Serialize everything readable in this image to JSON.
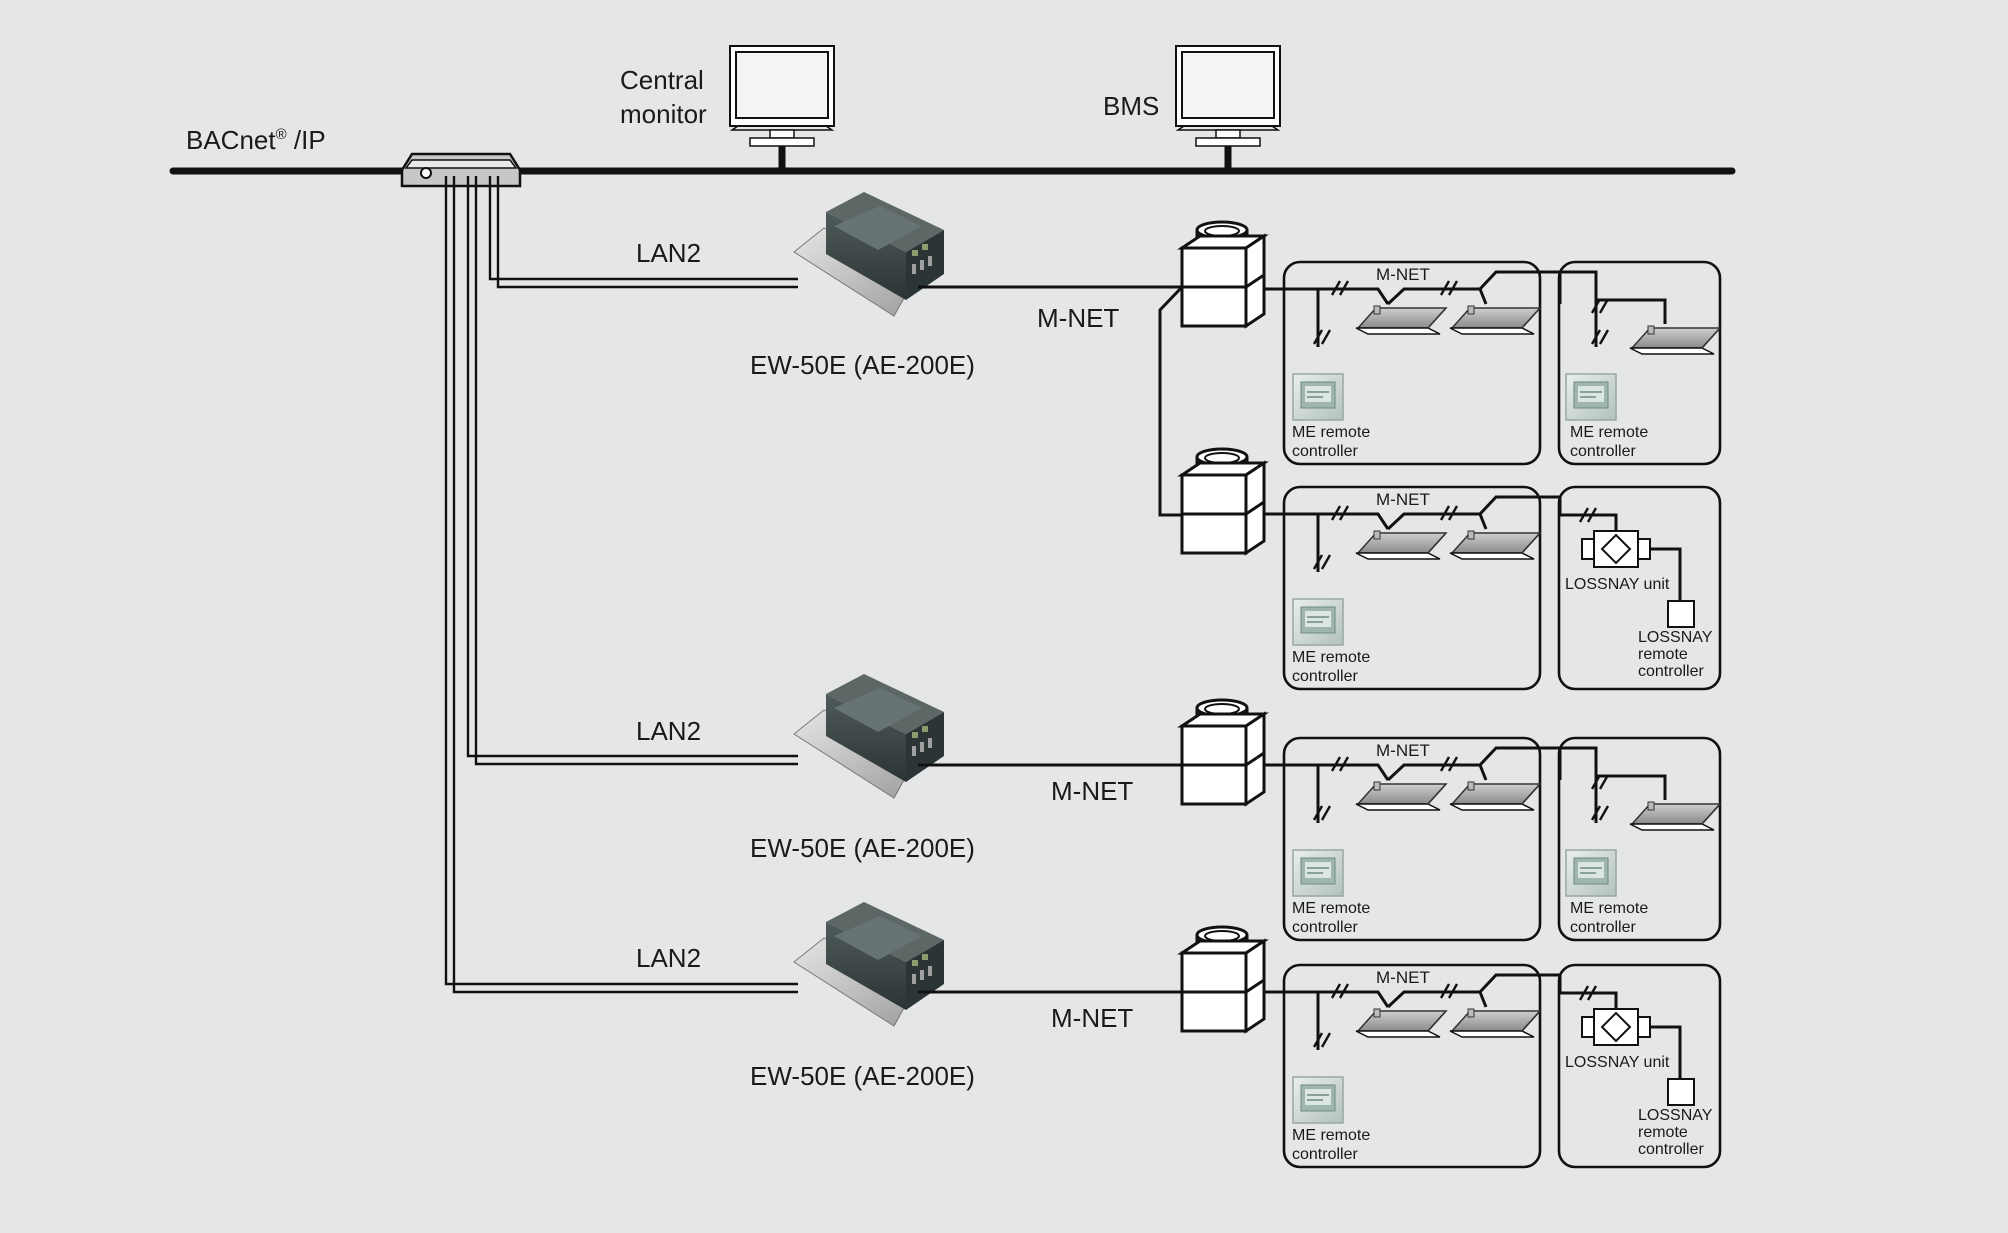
{
  "network": {
    "bacnet_label": "BACnet",
    "bacnet_reg": "®",
    "bacnet_suffix": " /IP",
    "central_monitor": [
      "Central",
      "monitor"
    ],
    "bms": "BMS"
  },
  "controllers": [
    {
      "lan": "LAN2",
      "name": "EW-50E (AE-200E)",
      "mnet": "M-NET"
    },
    {
      "lan": "LAN2",
      "name": "EW-50E (AE-200E)",
      "mnet": "M-NET"
    },
    {
      "lan": "LAN2",
      "name": "EW-50E (AE-200E)",
      "mnet": "M-NET"
    }
  ],
  "systems": [
    {
      "mnet": "M-NET",
      "remote": [
        "ME remote",
        "controller"
      ],
      "side": "indoor",
      "side_remote": [
        "ME remote",
        "controller"
      ]
    },
    {
      "mnet": "M-NET",
      "remote": [
        "ME remote",
        "controller"
      ],
      "side": "lossnay",
      "lossnay_unit": "LOSSNAY unit",
      "lossnay_remote": [
        "LOSSNAY",
        "remote",
        "controller"
      ]
    },
    {
      "mnet": "M-NET",
      "remote": [
        "ME remote",
        "controller"
      ],
      "side": "indoor",
      "side_remote": [
        "ME remote",
        "controller"
      ]
    },
    {
      "mnet": "M-NET",
      "remote": [
        "ME remote",
        "controller"
      ],
      "side": "lossnay",
      "lossnay_unit": "LOSSNAY unit",
      "lossnay_remote": [
        "LOSSNAY",
        "remote",
        "controller"
      ]
    }
  ],
  "colors": {
    "background": "#e5e6e7",
    "line": "#111111",
    "device": "#3e4a4a",
    "plate": "#c9c9c9"
  }
}
